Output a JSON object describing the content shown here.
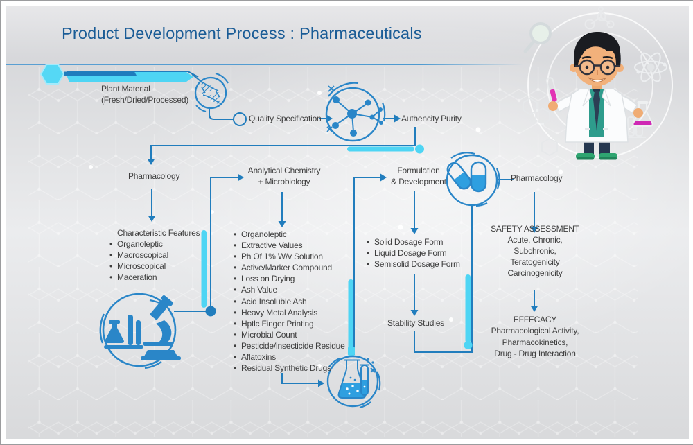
{
  "title": "Product Development Process : Pharmaceuticals",
  "nodes": {
    "plant1": "Plant Material",
    "plant2": "(Fresh/Dried/Processed)",
    "quality": "Quality Specification",
    "authencity": "Authencity Purity",
    "pharmacology_left": "Pharmacology",
    "analytical1": "Analytical Chemistry",
    "analytical2": "+ Microbiology",
    "formulation1": "Formulation",
    "formulation2": "& Development",
    "pharmacology_right": "Pharmacology",
    "stability": "Stability Studies"
  },
  "characteristic_features": {
    "heading": "Characteristic Features",
    "items": [
      "Organoleptic",
      "Macroscopical",
      "Microscopical",
      "Maceration"
    ]
  },
  "analysis_parameters": {
    "items": [
      "Organoleptic",
      "Extractive Values",
      "Ph Of 1% W/v Solution",
      "Active/Marker Compound",
      "Loss on Drying",
      "Ash Value",
      "Acid Insoluble Ash",
      "Heavy Metal Analysis",
      "Hptlc Finger Printing",
      "Microbial Count",
      "Pesticide/insecticide Residue",
      "Aflatoxins",
      "Residual Synthetic Drugs"
    ]
  },
  "dosage_forms": {
    "items": [
      "Solid Dosage Form",
      "Liquid Dosage Form",
      "Semisolid Dosage Form"
    ]
  },
  "safety_assessment": {
    "heading": "SAFETY ASSESSMENT",
    "lines": [
      "Acute, Chronic,",
      "Subchronic,",
      "Teratogenicity",
      "Carcinogenicity"
    ]
  },
  "effecacy": {
    "heading": "EFFECACY",
    "lines": [
      "Pharmacological Activity,",
      "Pharmacokinetics,",
      "Drug - Drug Interaction"
    ]
  },
  "icons": {
    "dna": "dna-icon",
    "molecule": "molecule-icon",
    "capsule": "capsule-icon",
    "microscope": "microscope-icon",
    "flask": "flask-icon",
    "scientist": "scientist-illustration"
  },
  "colors": {
    "line_blue": "#217dbd",
    "cyan": "#4ed5f4",
    "icon_blue": "#2a86c8",
    "title_blue": "#1a5c96",
    "text": "#3e3e3e"
  }
}
